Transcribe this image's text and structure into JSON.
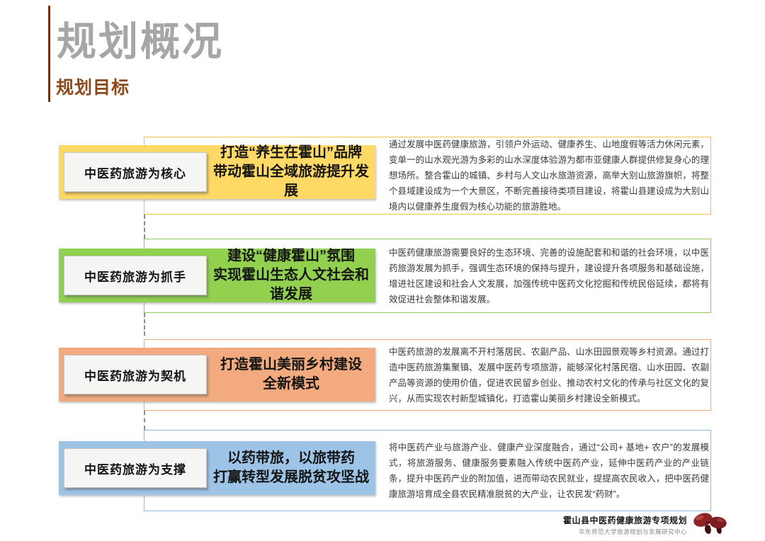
{
  "slide": {
    "title": "规划概况",
    "subtitle": "规划目标"
  },
  "goals": [
    {
      "label": "中医药旅游为核心",
      "headline": [
        "打造“养生在霍山”品牌",
        "带动霍山全域旅游提升发展"
      ],
      "paragraph": "通过发展中医药健康旅游，引领户外运动、健康养生、山地度假等活力休闲元素，变单一的山水观光游为多彩的山水深度体验游为都市亚健康人群提供修复身心的理想场所。整合霍山的城镇、乡村与人文山水旅游资源，高举大别山旅游旗帜，将整个县域建设成为一个大景区，不断完善接待类项目建设，将霍山县建设成为大别山境内以健康养生度假为核心功能的旅游胜地。",
      "bar_color": "#FFD966",
      "border_color": "#F0C24F"
    },
    {
      "label": "中医药旅游为抓手",
      "headline": [
        "建设“健康霍山”氛围",
        "实现霍山生态人文社会和谐发展"
      ],
      "paragraph": "中医药健康旅游需要良好的生态环境、完善的设施配套和和谐的社会环境，以中医药旅游发展为抓手，强调生态环境的保持与提升，建设提升各项服务和基础设施，增进社区建设和社会人文发展，加强传统中医药文化挖掘和传统民俗延续，都将有效促进社会整体和谐发展。",
      "bar_color": "#92D050",
      "border_color": "#94C95B"
    },
    {
      "label": "中医药旅游为契机",
      "headline": [
        "打造霍山美丽乡村建设",
        "全新模式"
      ],
      "paragraph": "中医药旅游的发展离不开村落居民、农副产品、山水田园景观等乡村资源。通过打造中医药旅游集聚镇、发展中医药专项旅游，能够深化村落民宿、山水田园、农副产品等资源的使用价值，促进农民留乡创业、推动农村文化的传承与社区文化的复兴，从而实现农村新型城镇化，打造霍山美丽乡村建设全新模式。",
      "bar_color": "#F2AA7E",
      "border_color": "#EFA87B"
    },
    {
      "label": "中医药旅游为支撑",
      "headline": [
        "以药带旅，以旅带药",
        "打赢转型发展脱贫攻坚战"
      ],
      "paragraph": "将中医药产业与旅游产业、健康产业深度融合，通过“公司+ 基地+ 农户”的发展模式，将旅游服务、健康服务要素融入传统中医药产业，延伸中医药产业的产业链条，提升中医药产业的附加值，进而带动农民就业，提提高农民收入，把中医药健康旅游培育成全县农民精准脱贫的大产业，让农民发“药财”。",
      "bar_color": "#9DC3E6",
      "border_color": "#94BBDF"
    }
  ],
  "footer": {
    "title": "霍山县中医药健康旅游专项规划",
    "subtitle": "华东师范大学旅游规划与发展研究中心",
    "logo": "lingzhi-mushroom-logo"
  },
  "colors": {
    "title_gray": "#A6A6A6",
    "subtitle_brown": "#8C4A1C",
    "accent_line_brown": "#6E3511",
    "headline_text": "#151515",
    "paragraph_text": "#3B3B3B",
    "label_box_bg": "#F5F5F3",
    "label_box_border": "#C6C6C6",
    "connector_gray": "#8C8C8C"
  }
}
